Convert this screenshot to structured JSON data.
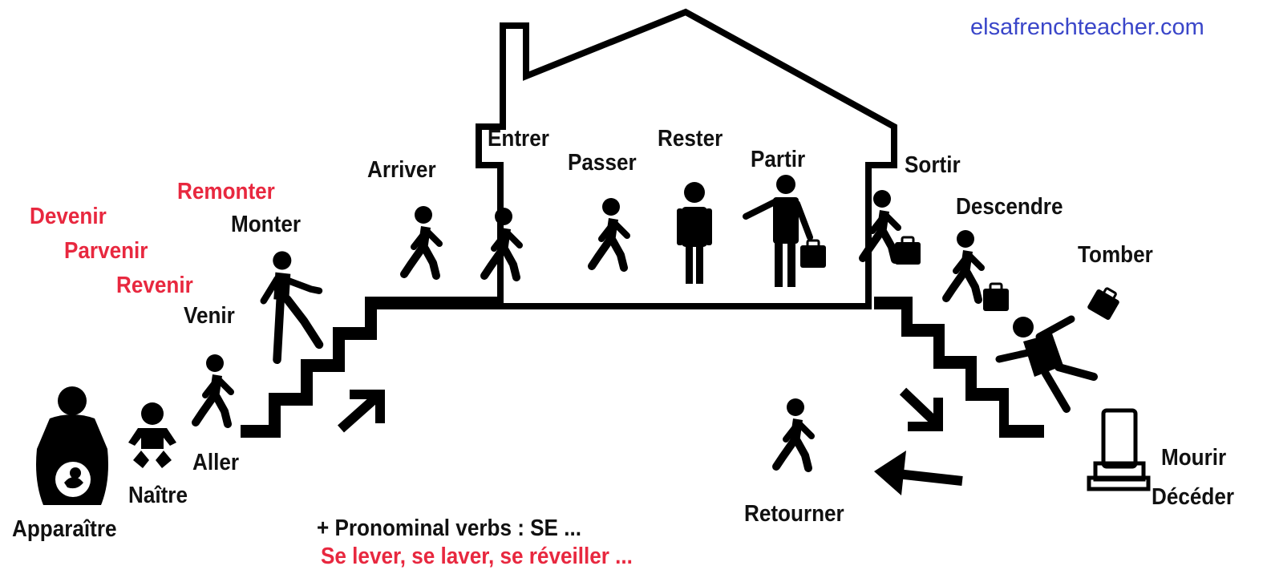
{
  "website": "elsafrenchteacher.com",
  "verbs": {
    "apparaitre": "Apparaître",
    "naitre": "Naître",
    "aller": "Aller",
    "venir": "Venir",
    "revenir": "Revenir",
    "parvenir": "Parvenir",
    "devenir": "Devenir",
    "monter": "Monter",
    "remonter": "Remonter",
    "arriver": "Arriver",
    "entrer": "Entrer",
    "passer": "Passer",
    "rester": "Rester",
    "partir": "Partir",
    "sortir": "Sortir",
    "descendre": "Descendre",
    "tomber": "Tomber",
    "mourir": "Mourir",
    "deceder": "Décéder",
    "retourner": "Retourner"
  },
  "note": {
    "line1": "+ Pronominal verbs : SE ...",
    "line2": "Se lever, se laver, se réveiller ..."
  },
  "colors": {
    "ink": "#111111",
    "accent_red": "#e8283f",
    "link_blue": "#3a46c9"
  }
}
